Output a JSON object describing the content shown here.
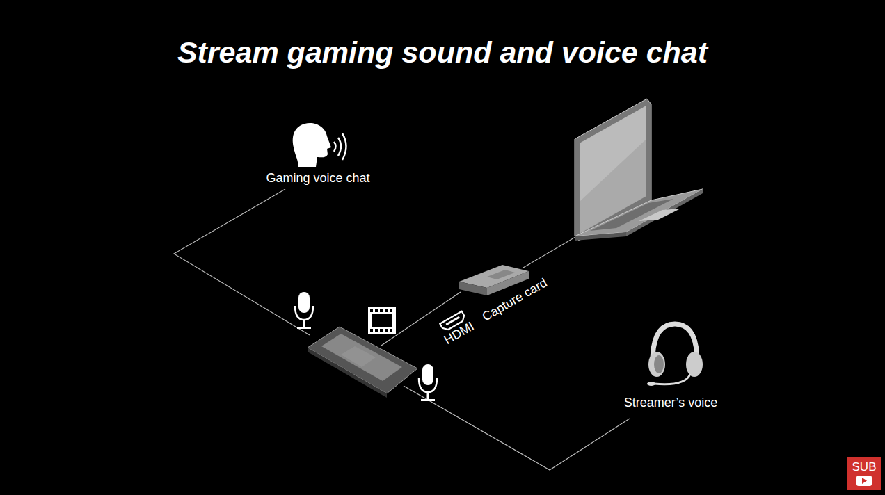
{
  "diagram": {
    "title": "Stream gaming sound and voice chat",
    "labels": [
      "Gaming voice chat",
      "HDMI",
      "Capture card",
      "Streamer’s voice",
      "SUB"
    ]
  }
}
